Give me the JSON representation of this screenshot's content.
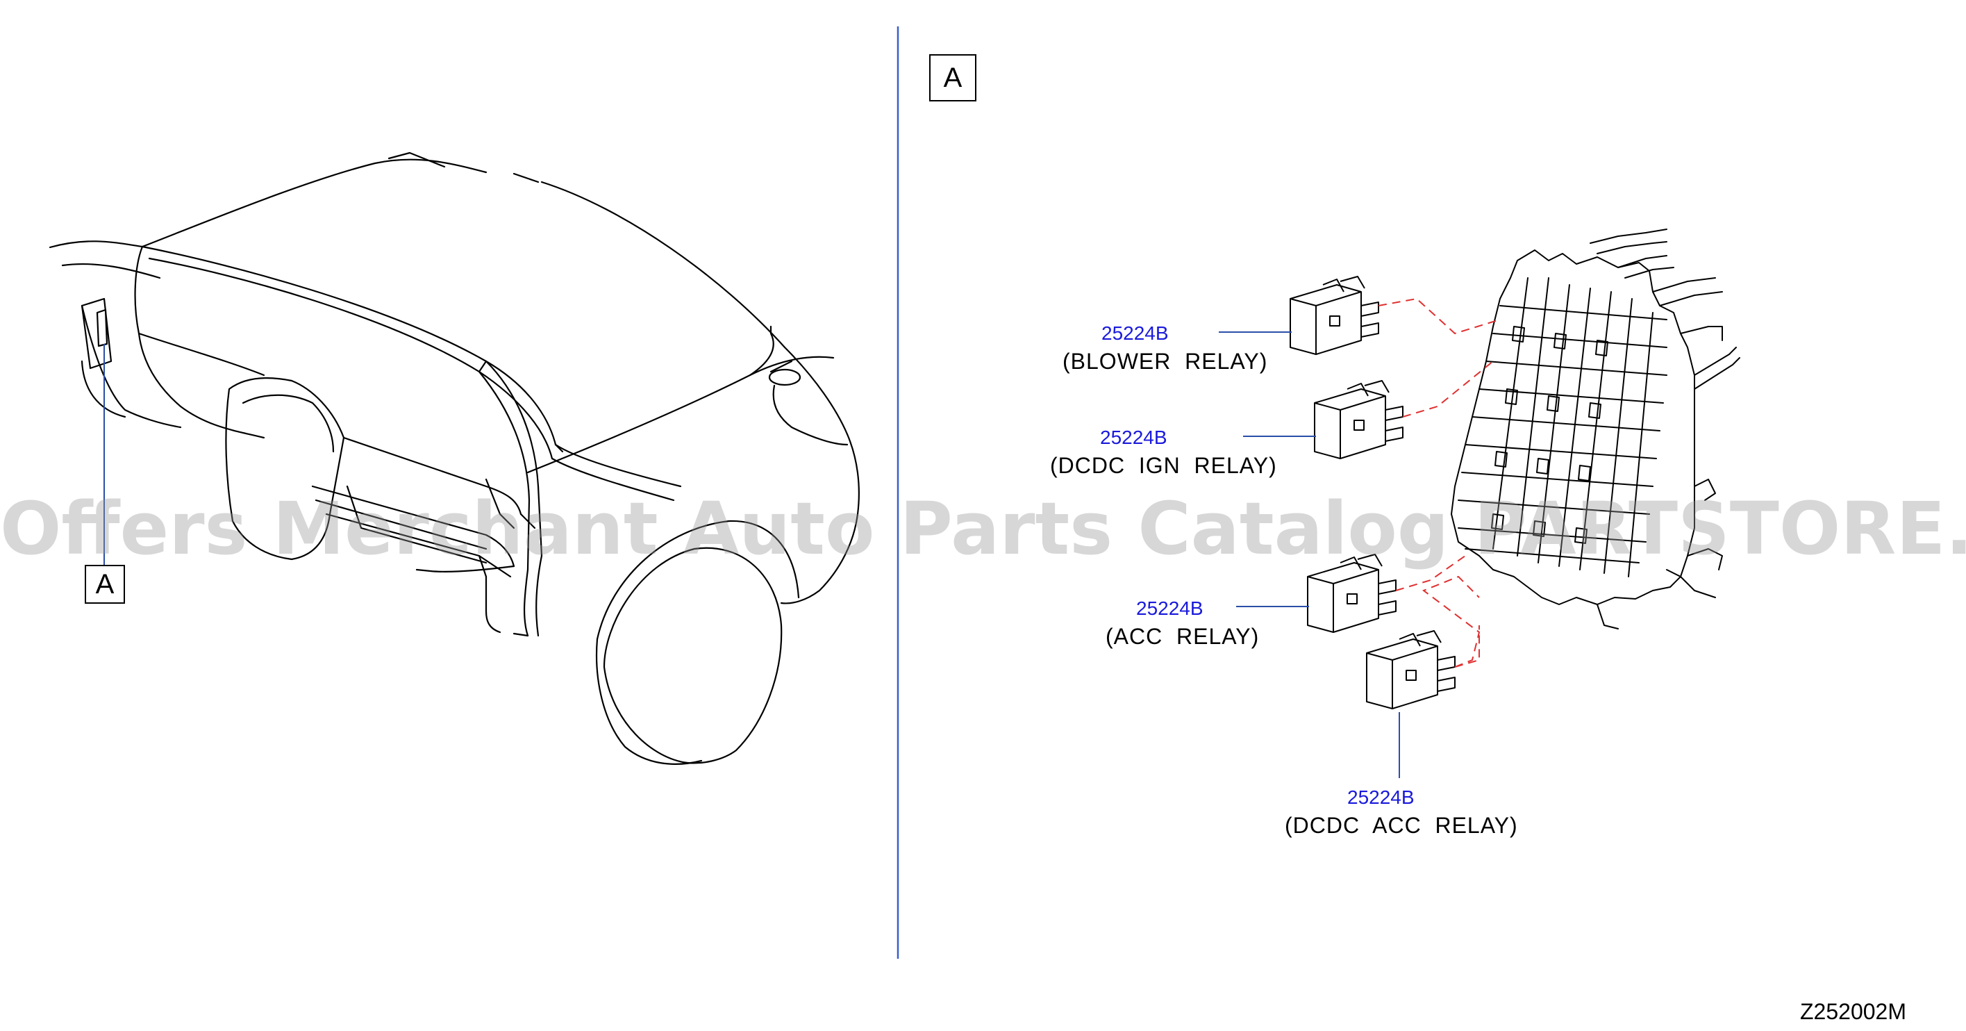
{
  "callouts": {
    "view_letter": "A",
    "detail_letter": "A"
  },
  "parts": [
    {
      "number": "25224B",
      "name": "(BLOWER  RELAY)"
    },
    {
      "number": "25224B",
      "name": "(DCDC  IGN  RELAY)"
    },
    {
      "number": "25224B",
      "name": "(ACC  RELAY)"
    },
    {
      "number": "25224B",
      "name": "(DCDC  ACC  RELAY)"
    }
  ],
  "diagram_code": "Z252002M",
  "watermark": "Offers Merchant Auto Parts Catalog PARTSTORE.SA",
  "colors": {
    "part_number": "#1a1adc",
    "divider": "#3a5fcd",
    "leader_line": "#2a4fa8",
    "dashed_link": "#e03030",
    "line_art": "#000000"
  }
}
